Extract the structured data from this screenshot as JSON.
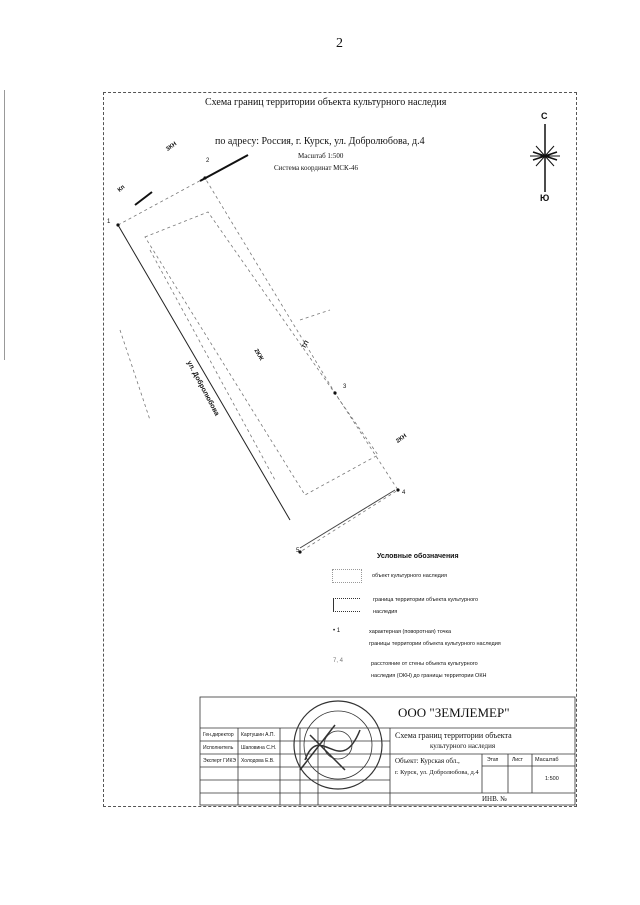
{
  "page_number": "2",
  "header": {
    "title": "Схема границ территории объекта культурного наследия",
    "address": "по адресу: Россия, г. Курск, ул. Добролюбова, д.4",
    "scale": "Масштаб 1:500",
    "coords": "Система координат МСК-46"
  },
  "compass": {
    "north": "С",
    "south": "Ю"
  },
  "map": {
    "points": [
      "1",
      "2",
      "3",
      "4",
      "5"
    ],
    "labels": {
      "kn3": "3КН",
      "kp": "Кп",
      "kzh2": "2КЖ",
      "tp": "ТП",
      "kn2": "2КН",
      "street": "ул. Добролюбова"
    }
  },
  "legend": {
    "title": "Условные обозначения",
    "items": [
      {
        "line1": "объект культурного наследия",
        "line2": ""
      },
      {
        "line1": "граница территории объекта культурного",
        "line2": "наследия"
      },
      {
        "line1": "характерная (поворотная) точка",
        "line2": "границы территории объекта культурного наследия"
      },
      {
        "line1": "расстояние от стены объекта культурного",
        "line2": "наследия (ОКН) до границы территории ОКН"
      }
    ]
  },
  "titleblock": {
    "company": "ООО \"ЗЕМЛЕМЕР\"",
    "roles": [
      {
        "role": "Ген.директор",
        "name": "Картушин А.П."
      },
      {
        "role": "Исполнитель",
        "name": "Шаповина С.Н."
      },
      {
        "role": "Эксперт ГИКЭ",
        "name": "Холодова Е.В."
      }
    ],
    "doc_title_1": "Схема границ территории объекта",
    "doc_title_2": "культурного наследия",
    "object_1": "Объект: Курская обл.,",
    "object_2": "г. Курск, ул. Добролюбова, д.4",
    "col_stage": "Этап",
    "col_sheet": "Лист",
    "col_scale": "Масштаб",
    "scale_value": "1:500",
    "inv": "ИНВ. №"
  }
}
